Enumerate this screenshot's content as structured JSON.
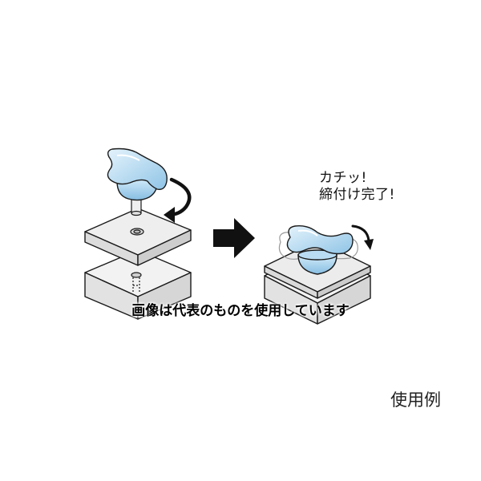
{
  "diagram": {
    "click_line_1": "カチッ!",
    "click_line_2": "締付け完了!",
    "notice": "画像は代表のものを使用しています",
    "usage_label": "使用例"
  },
  "colors": {
    "knob_fill": "#a8d3ef",
    "knob_highlight": "#e4f3fc",
    "plate_fill": "#e6e6e6",
    "block_fill": "#e9e9e9",
    "outline": "#1a1a1a",
    "arrow": "#111111"
  }
}
